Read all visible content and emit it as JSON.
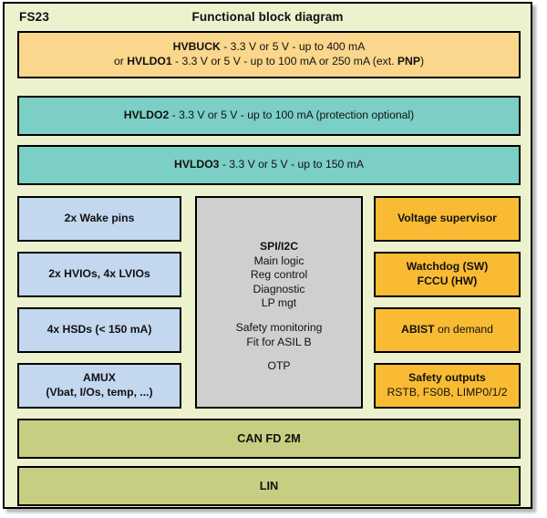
{
  "header": {
    "chip_name": "FS23",
    "title": "Functional block diagram"
  },
  "colors": {
    "canvas_background": "#EDF2CE",
    "frame_border": "#000000",
    "regulator_primary": "#FAD78C",
    "regulator_ldo": "#7BCFC4",
    "io_block": "#C3D7EF",
    "core_logic": "#CFCFCF",
    "safety_block": "#F9BB33",
    "network_block": "#C7CE82"
  },
  "blocks": {
    "hvbuck": {
      "line1_bold": "HVBUCK",
      "line1_rest": " - 3.3 V or 5 V - up to 400 mA",
      "line2_pre": "or ",
      "line2_bold": "HVLDO1",
      "line2_mid": " - 3.3 V or 5 V - up to 100 mA or 250 mA (ext. ",
      "line2_bold2": "PNP",
      "line2_end": ")"
    },
    "hvldo2": {
      "bold": "HVLDO2",
      "rest": " - 3.3 V or 5 V - up to 100 mA (protection optional)"
    },
    "hvldo3": {
      "bold": "HVLDO3",
      "rest": " - 3.3 V or 5 V - up to 150 mA"
    },
    "wake_pins": {
      "label": "2x Wake pins"
    },
    "ios": {
      "label": "2x HVIOs, 4x LVIOs"
    },
    "hsds": {
      "label": "4x HSDs (< 150 mA)"
    },
    "amux": {
      "line1": "AMUX",
      "line2": "(Vbat, I/Os, temp, ...)"
    },
    "core": {
      "title": "SPI/I2C",
      "line1": "Main logic",
      "line2": "Reg control",
      "line3": "Diagnostic",
      "line4": "LP mgt",
      "line5": "Safety monitoring",
      "line6": "Fit for ASIL B",
      "line7": "OTP"
    },
    "voltage_supervisor": {
      "label": "Voltage supervisor"
    },
    "watchdog": {
      "line1": "Watchdog (SW)",
      "line2": "FCCU (HW)"
    },
    "abist": {
      "bold": "ABIST",
      "rest": " on demand"
    },
    "safety_outputs": {
      "line1": "Safety outputs",
      "line2": "RSTB, FS0B, LIMP0/1/2"
    },
    "can_fd": {
      "label": "CAN FD 2M"
    },
    "lin": {
      "label": "LIN"
    }
  }
}
